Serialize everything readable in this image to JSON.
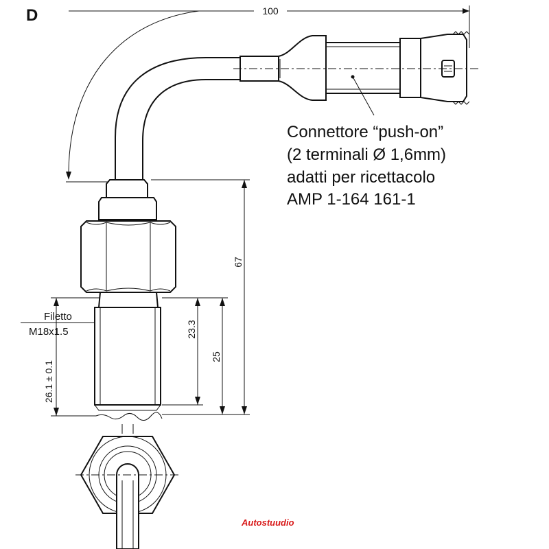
{
  "figure_letter": "D",
  "dimensions": {
    "total_length": "100",
    "height": "67",
    "thread_depth": "23.3",
    "thread_length": "25",
    "body_length": "26.1 ± 0.1"
  },
  "thread_label": {
    "line1": "Filetto",
    "line2": "M18x1.5"
  },
  "connector_note": {
    "line1": "Connettore “push-on”",
    "line2": "(2 terminali Ø 1,6mm)",
    "line3": "adatti per ricettacolo",
    "line4": "AMP 1-164 161-1"
  },
  "watermark": "Autostuudio",
  "colors": {
    "line": "#111111",
    "background": "#ffffff",
    "watermark": "#d81818"
  }
}
